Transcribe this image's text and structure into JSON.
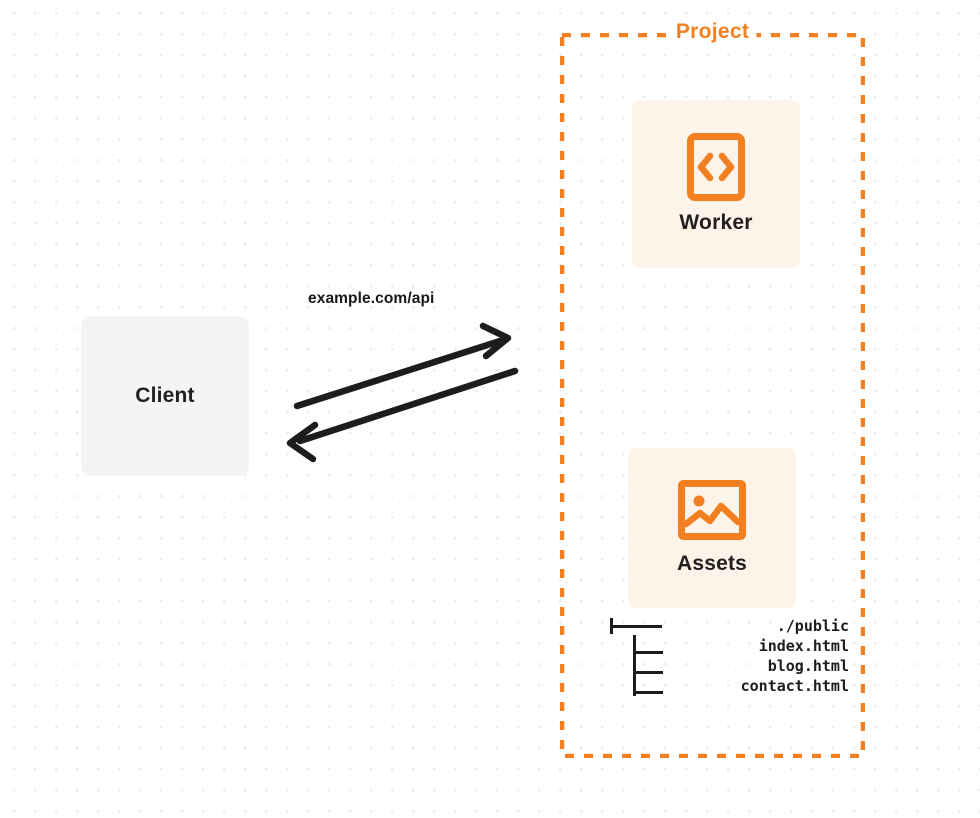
{
  "diagram": {
    "title": "Project",
    "colors": {
      "accent_orange": "#f38020",
      "card_background": "#fdf3e8",
      "client_background": "#f3f4f6",
      "text_dark": "#231f20",
      "dot_grid": "#ececec"
    },
    "client": {
      "label": "Client",
      "icon": "client-box-icon"
    },
    "connection": {
      "label": "example.com/api",
      "request_arrow": "arrow-right-icon",
      "response_arrow": "arrow-left-icon"
    },
    "project": {
      "label": "Project",
      "services": [
        {
          "label": "Worker",
          "icon": "code-brackets-icon"
        },
        {
          "label": "Assets",
          "icon": "image-icon"
        }
      ],
      "file_tree": [
        {
          "branch": "tree-branch-first",
          "name": "./public"
        },
        {
          "branch": "tree-branch-child",
          "name": "index.html"
        },
        {
          "branch": "tree-branch-child",
          "name": "blog.html"
        },
        {
          "branch": "tree-branch-child",
          "name": "contact.html"
        }
      ]
    }
  }
}
